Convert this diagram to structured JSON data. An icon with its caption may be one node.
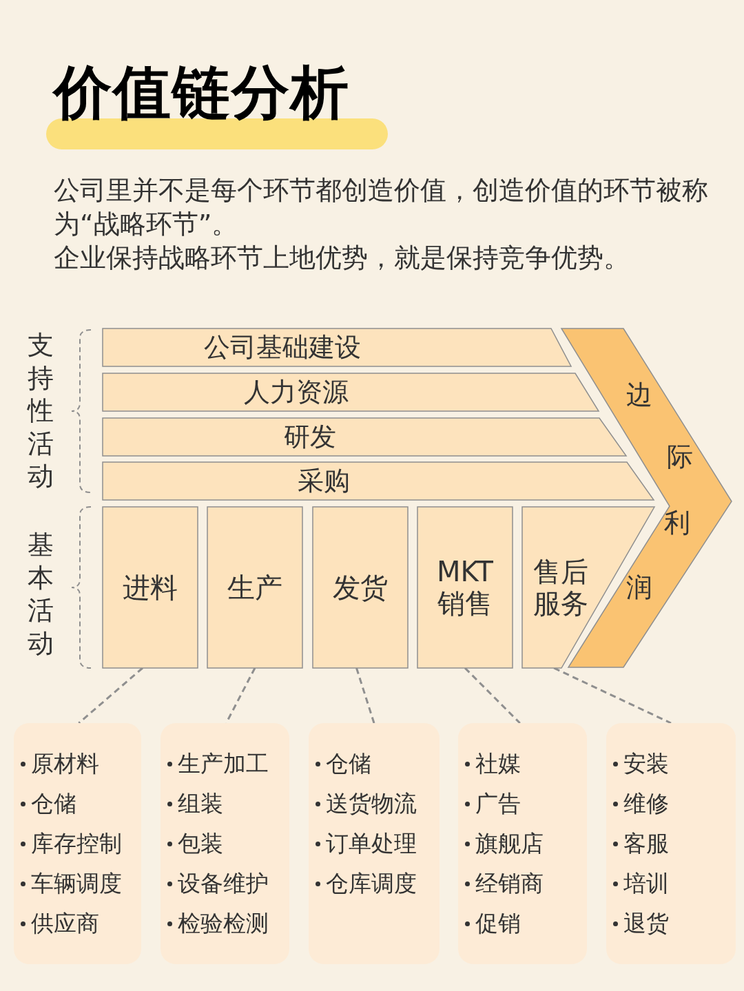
{
  "diagram": {
    "title": "价值链分析",
    "nodes": [
      {
        "text": [
          "公司基础建设"
        ]
      },
      {
        "text": [
          "人力资源"
        ]
      },
      {
        "text": [
          "研发"
        ]
      },
      {
        "text": [
          "采购"
        ]
      },
      {
        "text": [
          "进料"
        ]
      },
      {
        "text": [
          "生产"
        ]
      },
      {
        "text": [
          "发货"
        ]
      },
      {
        "text": [
          "MKT",
          "销售"
        ]
      },
      {
        "text": [
          "售后服务"
        ]
      },
      {
        "text": [
          "边际利润"
        ]
      },
      {
        "text": [
          "原材料",
          "仓储",
          "库存控制",
          "车辆调度",
          "供应商"
        ]
      },
      {
        "text": [
          "生产加工",
          "组装",
          "包装",
          "设备维护",
          "检验检测"
        ]
      },
      {
        "text": [
          "仓储",
          "送货物流",
          "订单处理",
          "仓库调度"
        ]
      },
      {
        "text": [
          "社媒",
          "广告",
          "旗舰店",
          "经销商",
          "促销"
        ]
      },
      {
        "text": [
          "安装",
          "维修",
          "客服",
          "培训",
          "退货"
        ]
      }
    ],
    "edges": [
      {
        "from": 4,
        "to": 10,
        "arrow": "none",
        "style": "dashed"
      },
      {
        "from": 5,
        "to": 11,
        "arrow": "none",
        "style": "dashed"
      },
      {
        "from": 6,
        "to": 12,
        "arrow": "none",
        "style": "dashed"
      },
      {
        "from": 7,
        "to": 13,
        "arrow": "none",
        "style": "dashed"
      },
      {
        "from": 8,
        "to": 14,
        "arrow": "none",
        "style": "dashed"
      }
    ],
    "labels": [
      "公司里并不是每个环节都创造价值，创造价值的环节被称为“战略环节”。",
      "企业保持战略环节上地优势，就是保持竞争优势。",
      "支持性活动",
      "基本活动"
    ]
  }
}
